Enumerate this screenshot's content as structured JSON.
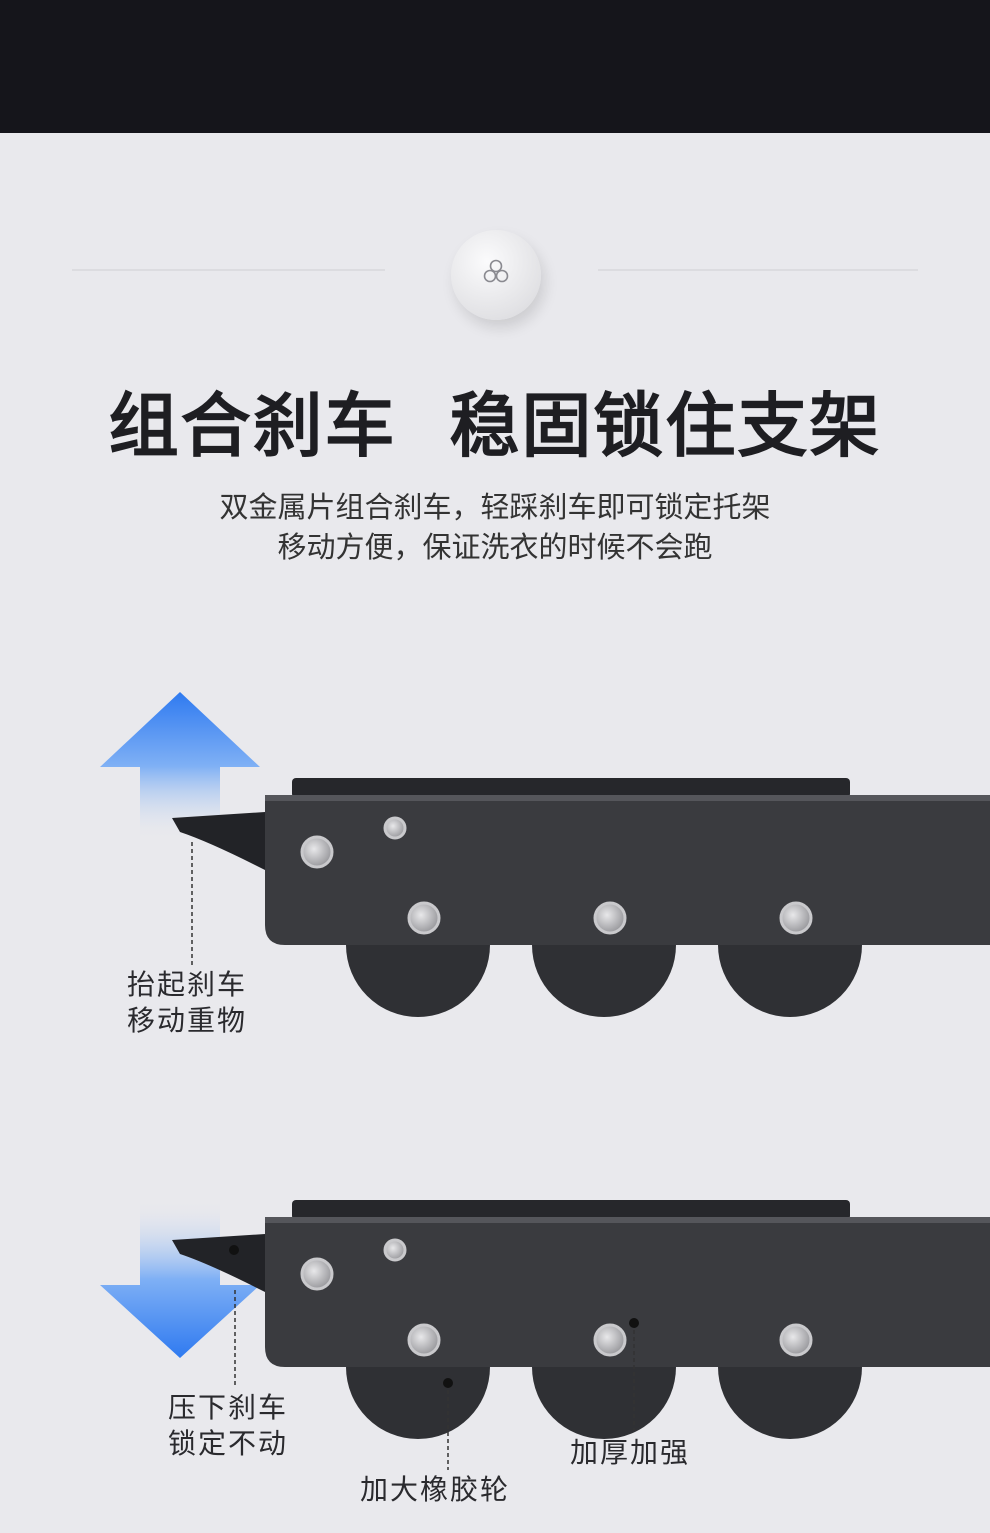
{
  "header": {
    "title": "组合刹车  稳固锁住支架",
    "subtitle_lines": [
      "双金属片组合刹车，轻踩刹车即可锁定托架",
      "移动方便，保证洗衣的时候不会跑"
    ]
  },
  "badge_icon": "three-circles-icon",
  "callouts": {
    "lift": [
      "抬起刹车",
      "移动重物"
    ],
    "press": [
      "压下刹车",
      "锁定不动"
    ],
    "wheel": "加大橡胶轮",
    "reinforce": "加厚加强"
  },
  "colors": {
    "arrow": "#2f7af0",
    "frame": "#3a3b3f",
    "background": "#e9e9ed"
  }
}
